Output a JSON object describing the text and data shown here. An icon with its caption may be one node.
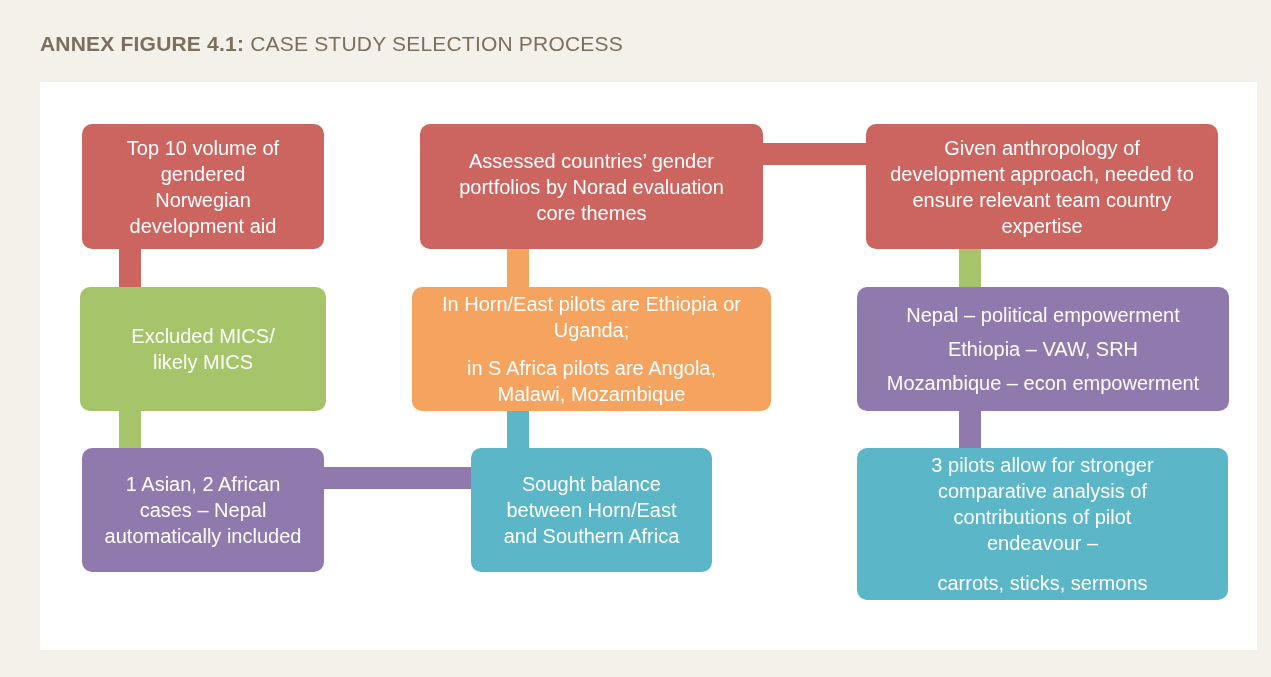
{
  "diagram": {
    "title": "**ANNEX FIGURE 4.1:** CASE STUDY SELECTION PROCESS",
    "nodes": [
      {
        "text": [
          "Top 10 volume of gendered Norwegian development aid"
        ]
      },
      {
        "text": [
          "Excluded MICS/ likely MICS"
        ]
      },
      {
        "text": [
          "1 Asian, 2 African cases – Nepal automatically included"
        ]
      },
      {
        "text": [
          "Sought balance between Horn/East and Southern Africa"
        ]
      },
      {
        "text": [
          "In Horn/East pilots are Ethiopia or Uganda;",
          "in S Africa pilots are Angola, Malawi, Mozambique"
        ]
      },
      {
        "text": [
          "Assessed countries’ gender portfolios by Norad evaluation core themes"
        ]
      },
      {
        "text": [
          "Given anthropology of development approach, needed to ensure relevant team country expertise"
        ]
      },
      {
        "text": [
          "Nepal – political empowerment",
          "Ethiopia – VAW, SRH",
          "Mozambique – econ empowerment"
        ]
      },
      {
        "text": [
          "3 pilots allow for stronger comparative analysis  of contributions of pilot endeavour –",
          "carrots, sticks, sermons"
        ]
      }
    ],
    "edges": [
      {
        "from": 0,
        "to": 1,
        "arrow": "none",
        "color": "#cc6460"
      },
      {
        "from": 1,
        "to": 2,
        "arrow": "none",
        "color": "#a6c46a"
      },
      {
        "from": 2,
        "to": 3,
        "arrow": "none",
        "color": "#9079ad"
      },
      {
        "from": 3,
        "to": 4,
        "arrow": "none",
        "color": "#5bb6c8"
      },
      {
        "from": 4,
        "to": 5,
        "arrow": "none",
        "color": "#f5a35f"
      },
      {
        "from": 5,
        "to": 6,
        "arrow": "none",
        "color": "#cc6460"
      },
      {
        "from": 6,
        "to": 7,
        "arrow": "none",
        "color": "#a6c46a"
      },
      {
        "from": 7,
        "to": 8,
        "arrow": "none",
        "color": "#9079ad"
      }
    ]
  }
}
